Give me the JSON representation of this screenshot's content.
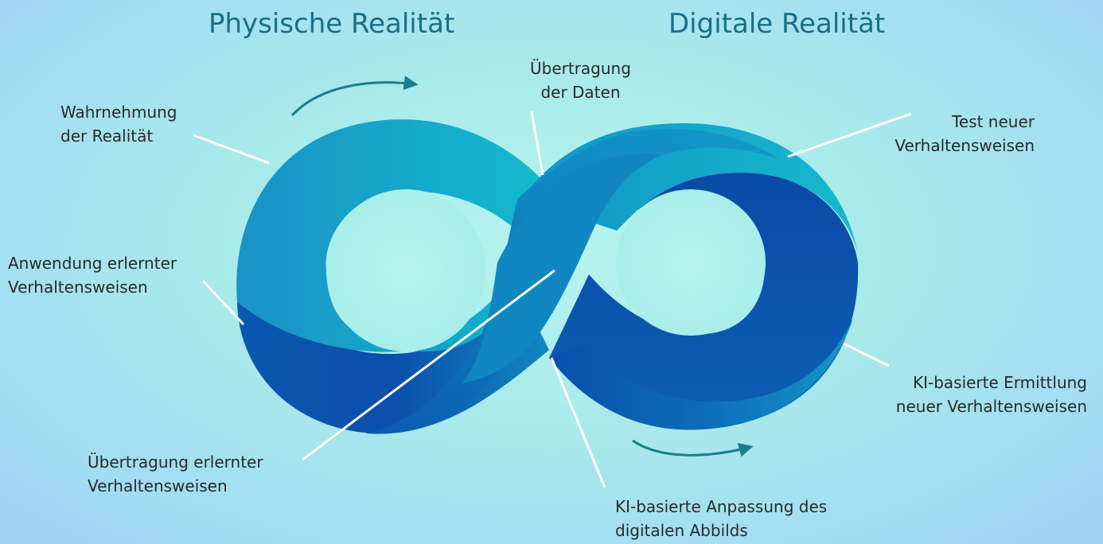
{
  "headings": {
    "physical": "Physische Realität",
    "digital": "Digitale Realität"
  },
  "labels": {
    "perception": [
      "Wahrnehmung",
      "der Realität"
    ],
    "data_transfer": [
      "Übertragung",
      "der Daten"
    ],
    "test": [
      "Test neuer",
      "Verhaltensweisen"
    ],
    "application": [
      "Anwendung erlernter",
      "Verhaltensweisen"
    ],
    "ki_determination": [
      "KI-basierte Ermittlung",
      "neuer Verhaltensweisen"
    ],
    "behavior_transfer": [
      "Übertragung erlernter",
      "Verhaltensweisen"
    ],
    "ki_adaptation": [
      "KI-basierte Anpassung des",
      "digitalen Abbilds"
    ]
  },
  "colors": {
    "text": "#2a2a2a",
    "heading": "#1a6f86",
    "arrow": "#1a7e8e",
    "band_light": "#12b9cb",
    "band_mid": "#1090c4",
    "band_dark": "#0a52ad"
  }
}
